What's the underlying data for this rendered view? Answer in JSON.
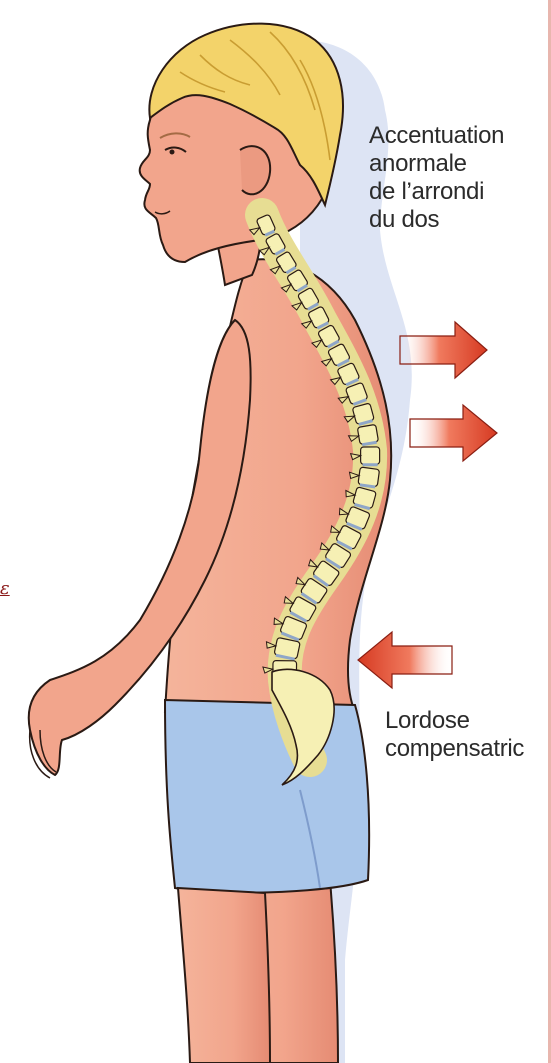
{
  "annotations": {
    "upper_label": "Accentuation\nanormale\nde l’arrondi\ndu dos",
    "lower_label": "Lordose\ncompensatric",
    "edge_glyph": "ε"
  },
  "arrows": [
    {
      "name": "kyphosis-arrow-1",
      "direction": "right"
    },
    {
      "name": "kyphosis-arrow-2",
      "direction": "right"
    },
    {
      "name": "lordosis-arrow",
      "direction": "left"
    }
  ],
  "colors": {
    "skin": "#f2a58c",
    "skin_shadow": "#de806b",
    "hair": "#f3d36a",
    "bone": "#f6f0b4",
    "disc": "#8fa6c8",
    "shorts": "#a9c6ea",
    "posture_shadow": "#dde4f4",
    "arrow": "#e2422a",
    "outline": "#2a1a14"
  }
}
